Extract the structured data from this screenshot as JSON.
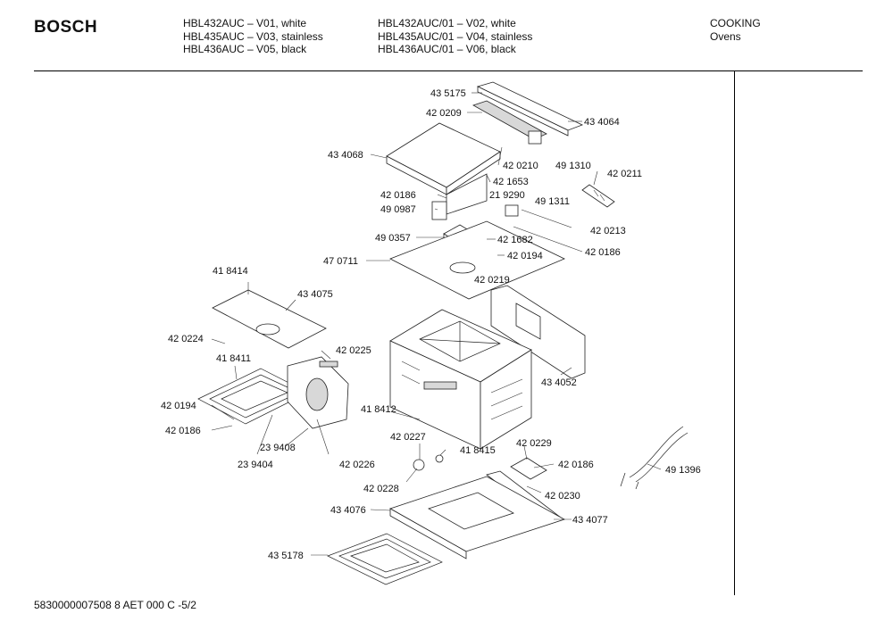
{
  "header": {
    "brand": "BOSCH",
    "models_col1": [
      "HBL432AUC – V01, white",
      "HBL435AUC – V03, stainless",
      "HBL436AUC – V05, black"
    ],
    "models_col2": [
      "HBL432AUC/01 – V02, white",
      "HBL435AUC/01 – V04, stainless",
      "HBL436AUC/01 – V06, black"
    ],
    "category": "COOKING",
    "subcategory": "Ovens"
  },
  "footer": {
    "doc_id": "5830000007508 8 AET 000 C -5/2"
  },
  "part_labels": [
    "43 5175",
    "42 0209",
    "43 4064",
    "43 4068",
    "42 0210",
    "49 1310",
    "42 0211",
    "42 1653",
    "42 0186",
    "21 9290",
    "49 1311",
    "49 0987",
    "42 0213",
    "49 0357",
    "42 1682",
    "42 0186",
    "47 0711",
    "42 0194",
    "42 0219",
    "41 8414",
    "43 4075",
    "42 0224",
    "42 0225",
    "41 8411",
    "43 4052",
    "42 0194",
    "41 8412",
    "42 0186",
    "42 0227",
    "41 8415",
    "42 0229",
    "23 9408",
    "42 0226",
    "42 0186",
    "23 9404",
    "49 1396",
    "42 0228",
    "42 0230",
    "43 4076",
    "43 4077",
    "43 5178"
  ]
}
